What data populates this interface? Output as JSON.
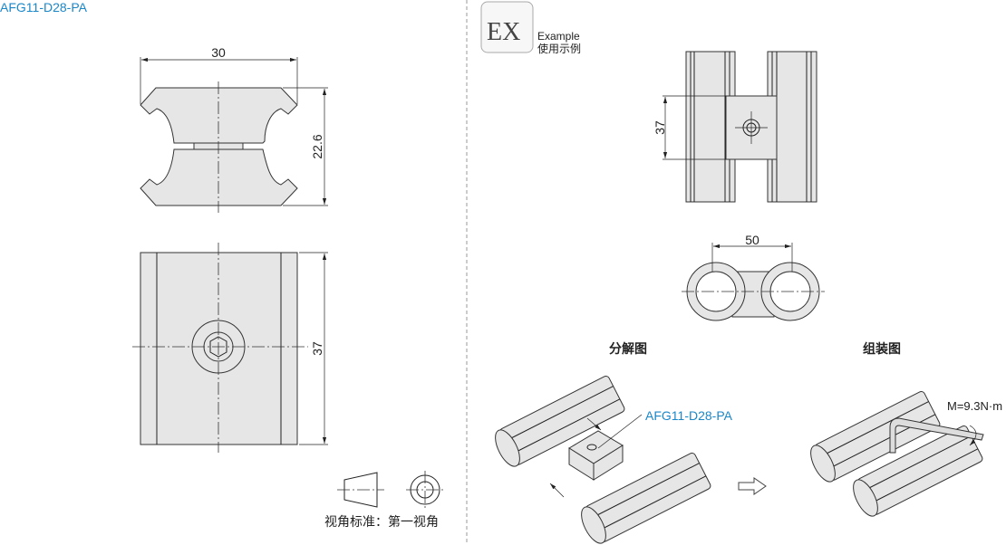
{
  "title": "AFG11-D28-PA",
  "top_view": {
    "dim_width": "30",
    "dim_height": "22.6"
  },
  "front_view": {
    "dim_height": "37"
  },
  "projection": {
    "label": "视角标准：第一视角"
  },
  "example": {
    "badge": "EX",
    "label_en": "Example",
    "label_cn": "使用示例"
  },
  "example_top": {
    "dim_height": "37"
  },
  "example_section": {
    "dim_width": "50"
  },
  "exploded": {
    "title": "分解图",
    "part_label": "AFG11-D28-PA"
  },
  "assembled": {
    "title": "组装图",
    "torque": "M=9.3N·m"
  },
  "colors": {
    "accent": "#1a87c9",
    "part_fill": "#e6e6e6"
  }
}
